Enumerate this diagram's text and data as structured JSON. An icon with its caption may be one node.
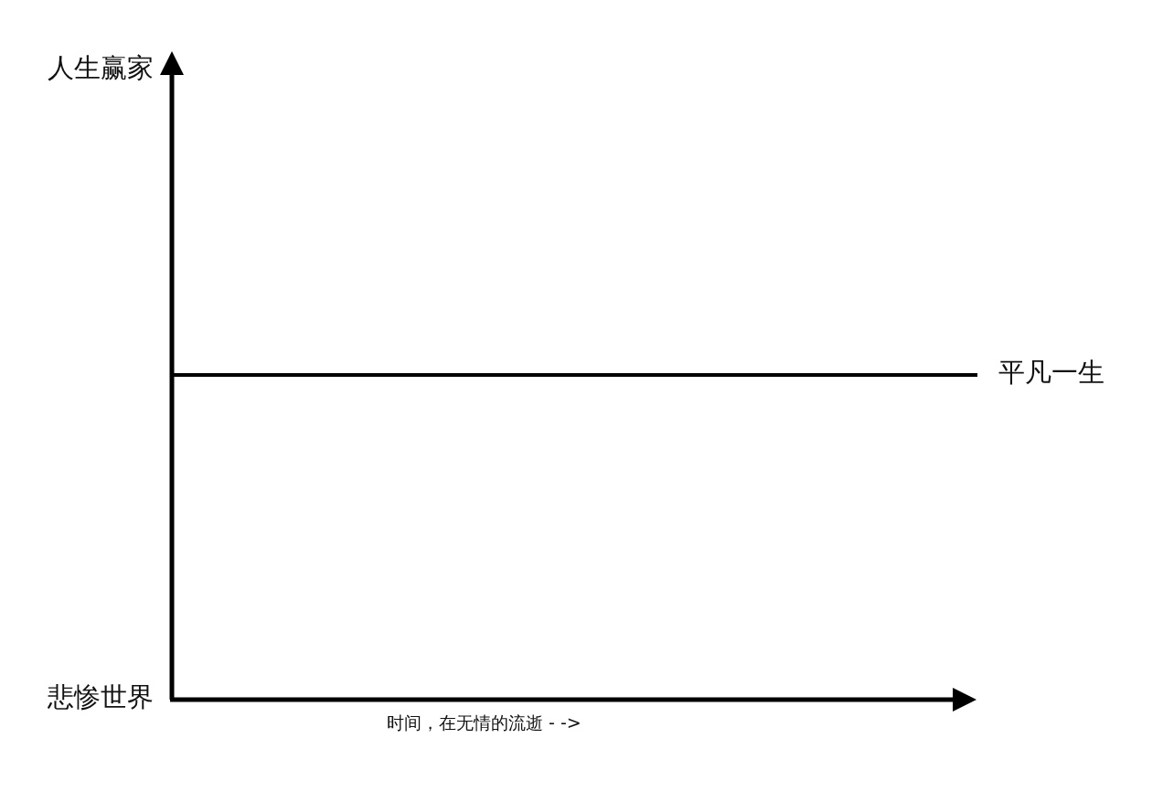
{
  "diagram": {
    "labels": [
      "人生赢家",
      "平凡一生",
      "悲惨世界",
      "时间，在无情的流逝 - ->"
    ]
  }
}
